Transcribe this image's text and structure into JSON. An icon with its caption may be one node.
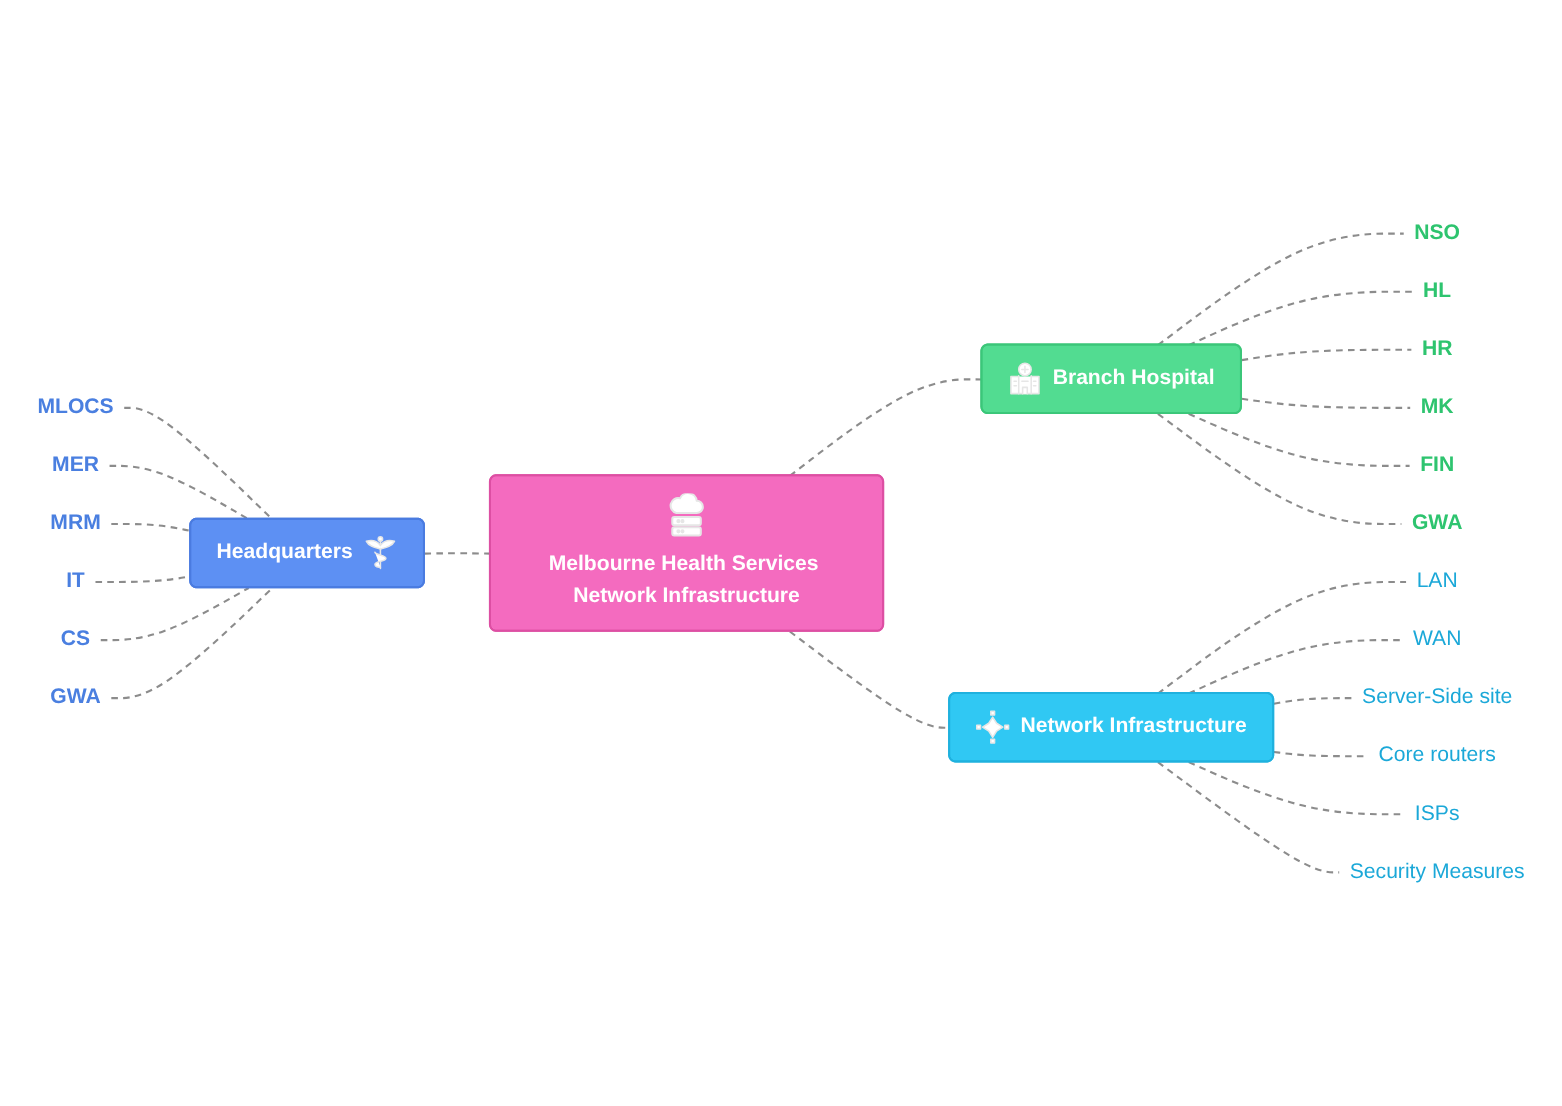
{
  "diagram": {
    "nodes": [
      {
        "text": [
          "Headquarters"
        ]
      },
      {
        "text": [
          "Melbourne Health Services Network Infrastructure"
        ]
      },
      {
        "text": [
          "Branch Hospital"
        ]
      },
      {
        "text": [
          "MLOCS"
        ]
      },
      {
        "text": [
          "MER"
        ]
      },
      {
        "text": [
          "MRM"
        ]
      },
      {
        "text": [
          "IT"
        ]
      },
      {
        "text": [
          "CS"
        ]
      },
      {
        "text": [
          "GWA"
        ]
      },
      {
        "text": [
          "NSO"
        ]
      },
      {
        "text": [
          "HL"
        ]
      },
      {
        "text": [
          "HR"
        ]
      },
      {
        "text": [
          "MK"
        ]
      },
      {
        "text": [
          "FIN"
        ]
      },
      {
        "text": [
          "GWA"
        ]
      },
      {
        "text": [
          "Network Infrastructure"
        ]
      },
      {
        "text": [
          "LAN"
        ]
      },
      {
        "text": [
          "WAN"
        ]
      },
      {
        "text": [
          "Server-Side site"
        ]
      },
      {
        "text": [
          "Core routers"
        ]
      },
      {
        "text": [
          "ISPs"
        ]
      },
      {
        "text": [
          "Security Measures"
        ]
      }
    ],
    "edges": [
      {
        "from": 0,
        "to": 1,
        "arrow": "none",
        "style": "dashed"
      },
      {
        "from": 1,
        "to": 2,
        "arrow": "none",
        "style": "dashed"
      },
      {
        "from": 1,
        "to": 15,
        "arrow": "none",
        "style": "dashed"
      },
      {
        "from": 3,
        "to": 0,
        "arrow": "none",
        "style": "dashed"
      },
      {
        "from": 4,
        "to": 0,
        "arrow": "none",
        "style": "dashed"
      },
      {
        "from": 5,
        "to": 0,
        "arrow": "none",
        "style": "dashed"
      },
      {
        "from": 6,
        "to": 0,
        "arrow": "none",
        "style": "dashed"
      },
      {
        "from": 7,
        "to": 0,
        "arrow": "none",
        "style": "dashed"
      },
      {
        "from": 8,
        "to": 0,
        "arrow": "none",
        "style": "dashed"
      },
      {
        "from": 2,
        "to": 9,
        "arrow": "none",
        "style": "dashed"
      },
      {
        "from": 2,
        "to": 10,
        "arrow": "none",
        "style": "dashed"
      },
      {
        "from": 2,
        "to": 11,
        "arrow": "none",
        "style": "dashed"
      },
      {
        "from": 2,
        "to": 12,
        "arrow": "none",
        "style": "dashed"
      },
      {
        "from": 2,
        "to": 13,
        "arrow": "none",
        "style": "dashed"
      },
      {
        "from": 2,
        "to": 14,
        "arrow": "none",
        "style": "dashed"
      },
      {
        "from": 15,
        "to": 16,
        "arrow": "none",
        "style": "dashed"
      },
      {
        "from": 15,
        "to": 17,
        "arrow": "none",
        "style": "dashed"
      },
      {
        "from": 15,
        "to": 18,
        "arrow": "none",
        "style": "dashed"
      },
      {
        "from": 15,
        "to": 19,
        "arrow": "none",
        "style": "dashed"
      },
      {
        "from": 15,
        "to": 20,
        "arrow": "none",
        "style": "dashed"
      },
      {
        "from": 15,
        "to": 21,
        "arrow": "none",
        "style": "dashed"
      }
    ]
  }
}
